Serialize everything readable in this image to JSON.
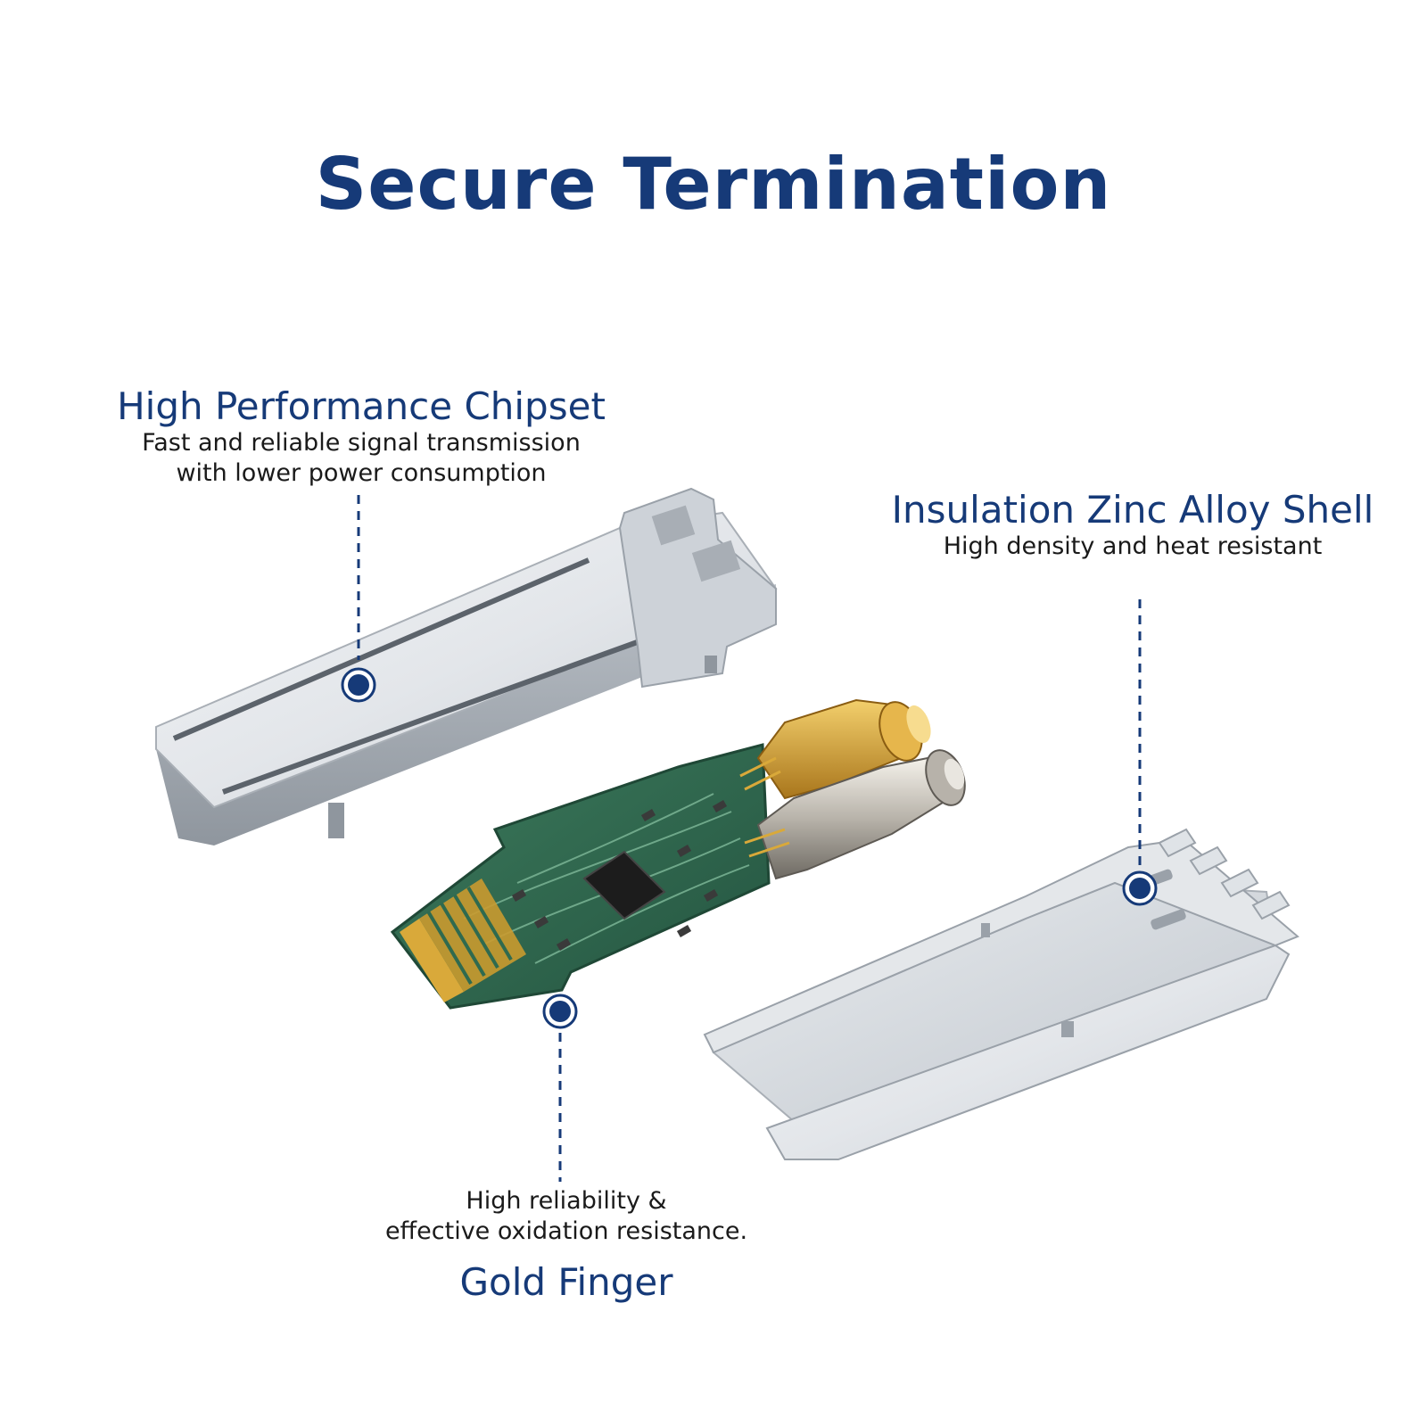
{
  "title": "Secure Termination",
  "colors": {
    "brand": "#163a78",
    "text": "#1a1a1a",
    "pcb": "#2f6a4f",
    "gold": "#d9a93a",
    "metal": "#d9dde2"
  },
  "features": {
    "chipset": {
      "title": "High Performance Chipset",
      "line1": "Fast and reliable signal transmission",
      "line2": "with lower power consumption"
    },
    "shell": {
      "title": "Insulation Zinc Alloy Shell",
      "line1": "High density and heat resistant"
    },
    "gold": {
      "line1": "High reliability &",
      "line2": "effective oxidation resistance.",
      "title": "Gold Finger"
    }
  }
}
